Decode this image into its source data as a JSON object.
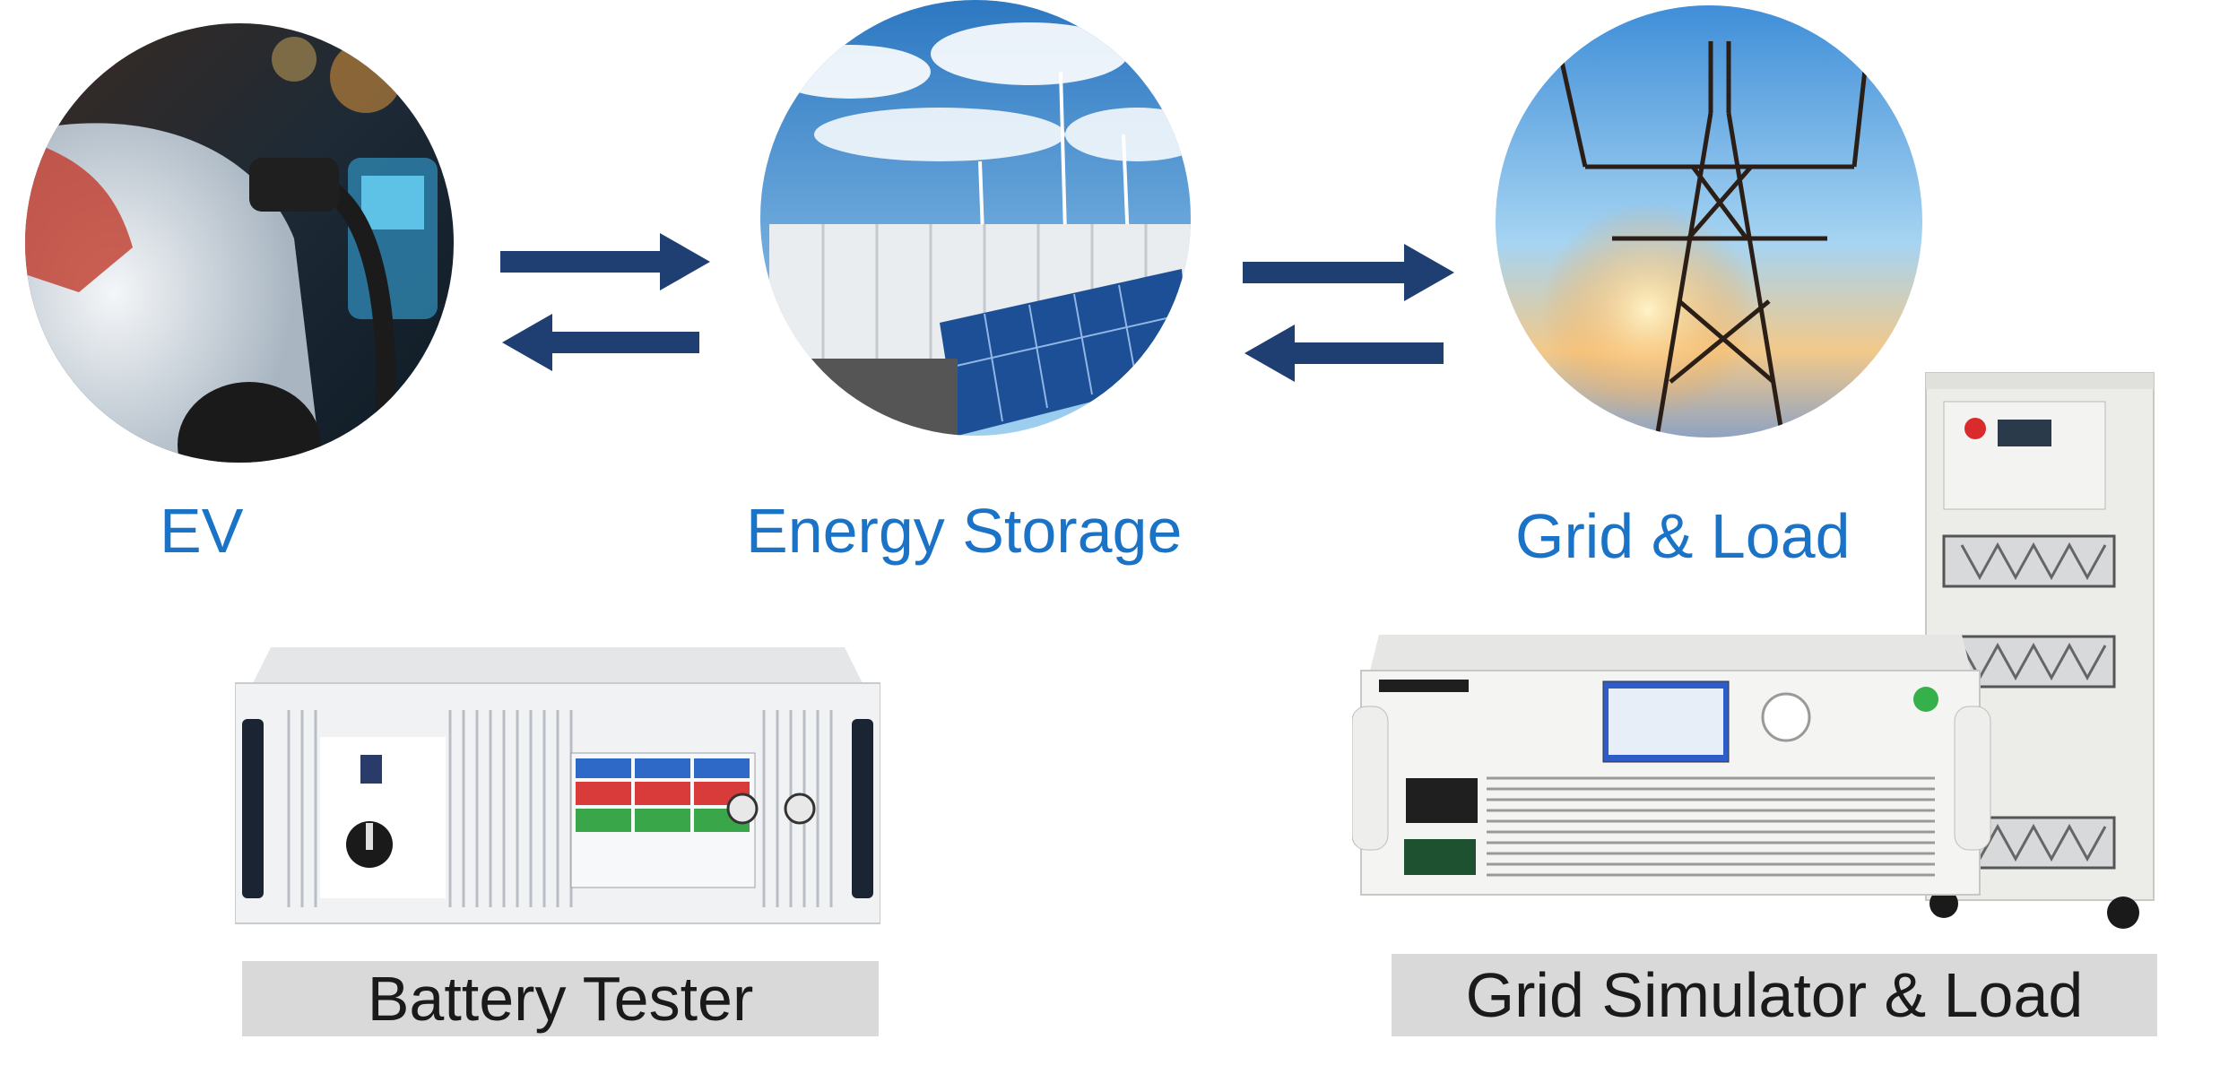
{
  "nodes": [
    {
      "id": "ev",
      "label": "EV"
    },
    {
      "id": "storage",
      "label": "Energy Storage"
    },
    {
      "id": "grid",
      "label": "Grid & Load"
    }
  ],
  "equipment": [
    {
      "id": "battery-tester",
      "label": "Battery Tester"
    },
    {
      "id": "grid-simulator",
      "label": "Grid Simulator & Load"
    }
  ],
  "colors": {
    "label_blue": "#1a73c6",
    "arrow_navy": "#1f3f72",
    "caption_bg": "#d9d9d9"
  },
  "icons": [
    "ev-charging-photo",
    "energy-storage-photo",
    "power-tower-photo",
    "battery-tester-device",
    "grid-simulator-device"
  ]
}
